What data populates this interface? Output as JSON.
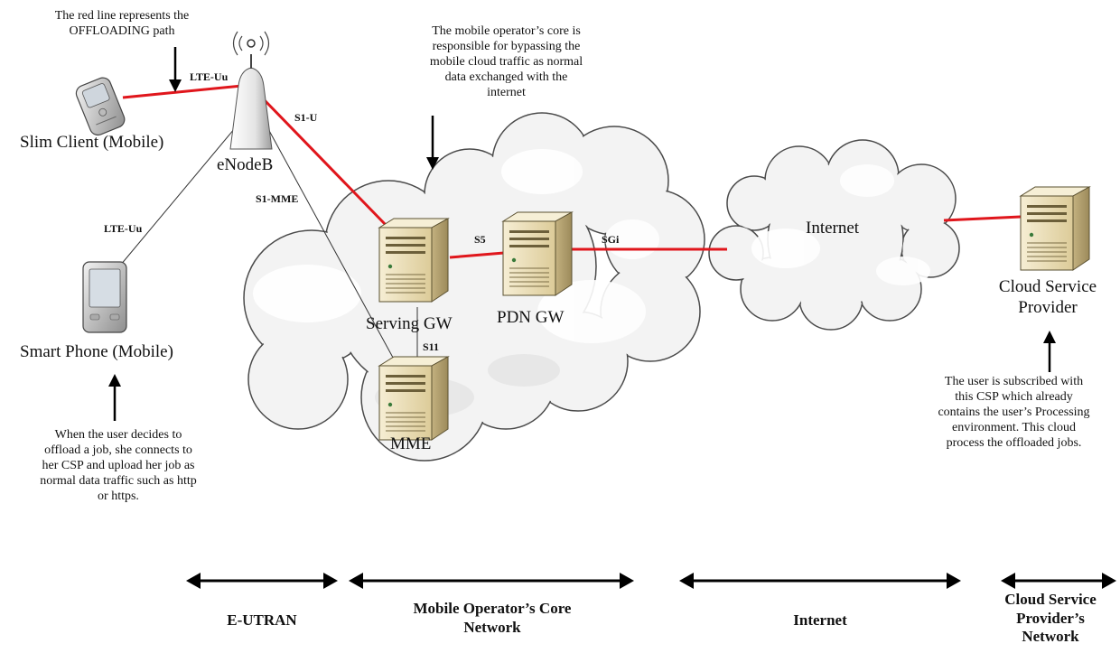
{
  "nodes": {
    "slim_client": "Slim Client (Mobile)",
    "enodeb": "eNodeB",
    "smart_phone": "Smart Phone (Mobile)",
    "serving_gw": "Serving GW",
    "pdn_gw": "PDN GW",
    "mme": "MME",
    "internet": "Internet",
    "cloud_provider": [
      "Cloud Service",
      "Provider"
    ]
  },
  "links": {
    "lte_uu_top": "LTE-Uu",
    "s1_u": "S1-U",
    "s1_mme": "S1-MME",
    "lte_uu_left": "LTE-Uu",
    "s5": "S5",
    "sgi": "SGi",
    "s11": "S11"
  },
  "notes": {
    "offloading": [
      "The red line represents the",
      "OFFLOADING path"
    ],
    "core": [
      "The mobile operator’s core is",
      "responsible for bypassing the",
      "mobile cloud traffic as normal",
      "data exchanged with the",
      "internet"
    ],
    "user": [
      "When the user decides to",
      "offload a job, she connects to",
      "her CSP and upload her job as",
      "normal data traffic such as http",
      "or https."
    ],
    "csp": [
      "The user is subscribed with",
      "this CSP which already",
      "contains the user’s Processing",
      "environment. This cloud",
      "process the offloaded jobs."
    ]
  },
  "segments": {
    "eutran": [
      "E-UTRAN"
    ],
    "core": [
      "Mobile Operator’s Core",
      "Network"
    ],
    "internet": [
      "Internet"
    ],
    "csp": [
      "Cloud Service",
      "Provider’s",
      "Network"
    ]
  },
  "colors": {
    "offload_path": "#e0161c",
    "thin_line": "#333333",
    "arrow": "#000000",
    "cloud_fill": "#f3f3f3",
    "cloud_stroke": "#505050",
    "server_front": "#e9ddb6",
    "server_side": "#bfae7f"
  }
}
